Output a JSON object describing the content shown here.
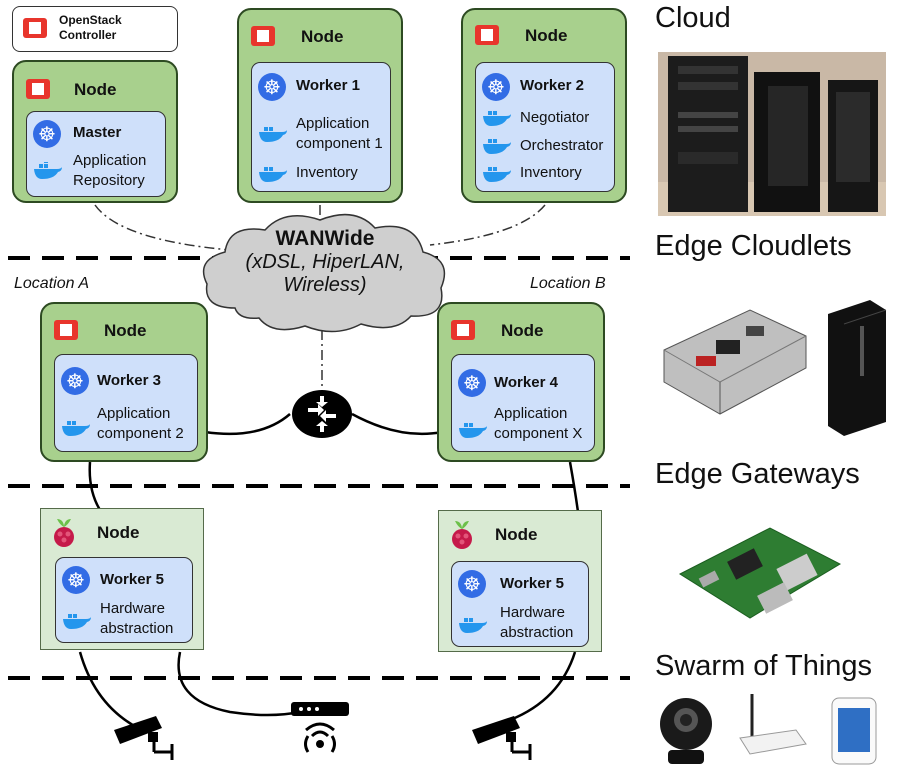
{
  "controller": {
    "line1": "OpenStack",
    "line2": "Controller"
  },
  "node_label": "Node",
  "nodes": {
    "master": {
      "worker": "Master",
      "items": [
        "Application",
        "Repository"
      ]
    },
    "worker1": {
      "worker": "Worker 1",
      "items": [
        "Application",
        "component 1",
        "Inventory"
      ]
    },
    "worker2": {
      "worker": "Worker 2",
      "items": [
        "Negotiator",
        "Orchestrator",
        "Inventory"
      ]
    },
    "worker3": {
      "worker": "Worker 3",
      "items": [
        "Application",
        "component 2"
      ]
    },
    "worker4": {
      "worker": "Worker 4",
      "items": [
        "Application",
        "component X"
      ]
    },
    "worker5a": {
      "worker": "Worker 5",
      "items": [
        "Hardware",
        "abstraction"
      ]
    },
    "worker5b": {
      "worker": "Worker 5",
      "items": [
        "Hardware",
        "abstraction"
      ]
    }
  },
  "wan": {
    "title": "WANWide",
    "line2": "(xDSL, HiperLAN,",
    "line3": "Wireless)"
  },
  "locations": {
    "a": "Location A",
    "b": "Location B"
  },
  "tiers": [
    "Cloud",
    "Edge Cloudlets",
    "Edge Gateways",
    "Swarm of Things"
  ],
  "colors": {
    "node_fill": "#a8d08d",
    "worker_fill": "#cfe0fa",
    "openstack_red": "#e8352c",
    "kubernetes_blue": "#326ce5",
    "docker_blue": "#2496ed",
    "raspberry_red": "#c51a4a"
  }
}
